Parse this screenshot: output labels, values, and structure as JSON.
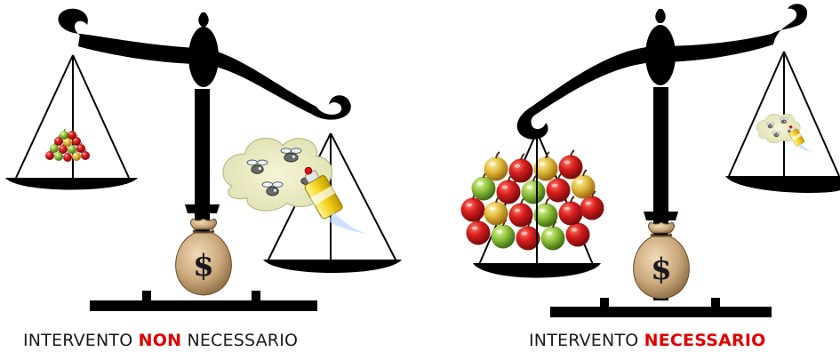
{
  "captions": {
    "left": {
      "prefix": "INTERVENTO",
      "highlight": "NON",
      "suffix": "NECESSARIO"
    },
    "right": {
      "prefix": "INTERVENTO",
      "highlight": "NECESSARIO"
    }
  },
  "money_symbol": "$",
  "colors": {
    "ink": "#000000",
    "highlight": "#e00000",
    "bag": "#c9a77a",
    "apple_red": "#c4161c",
    "apple_green": "#7fb52d"
  },
  "scenes": [
    {
      "side": "left",
      "apples": "small",
      "pest": "large",
      "tilt": "pest-heavy"
    },
    {
      "side": "right",
      "apples": "large",
      "pest": "small",
      "tilt": "apple-heavy"
    }
  ]
}
